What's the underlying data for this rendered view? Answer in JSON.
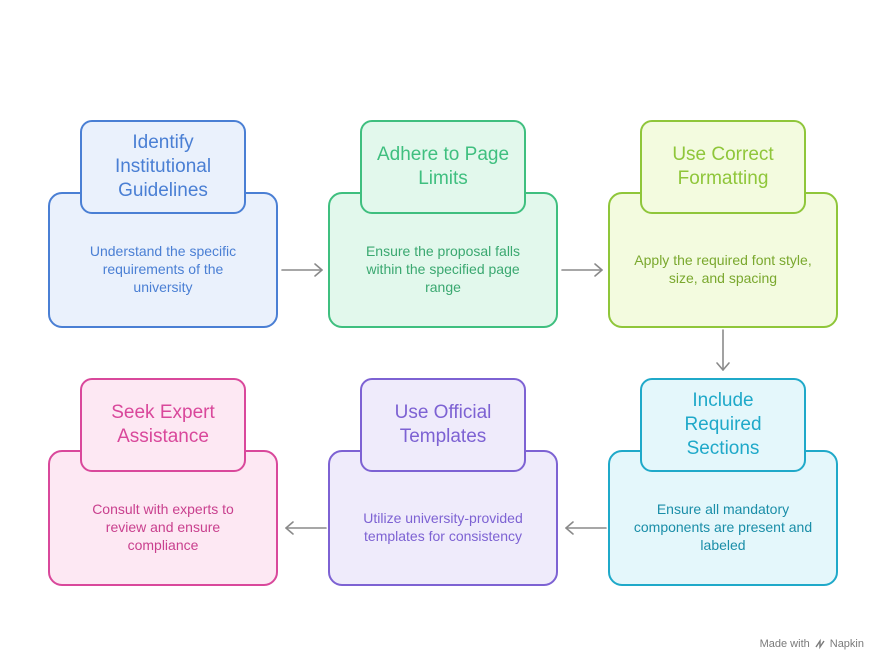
{
  "steps": [
    {
      "title": "Identify Institutional Guidelines",
      "desc": "Understand the specific requirements of the university",
      "color": "#4a7fd4",
      "fill": "#eaf1fc"
    },
    {
      "title": "Adhere to Page Limits",
      "desc": "Ensure the proposal falls within the specified page range",
      "color": "#3fbf7f",
      "fill": "#e2f8ec"
    },
    {
      "title": "Use Correct Formatting",
      "desc": "Apply the required font style, size, and spacing",
      "color": "#8fc63a",
      "fill": "#f3fbdf"
    },
    {
      "title": "Include Required Sections",
      "desc": "Ensure all mandatory components are present and labeled",
      "color": "#1fa9c9",
      "fill": "#e4f7fb"
    },
    {
      "title": "Use Official Templates",
      "desc": "Utilize university-provided templates for consistency",
      "color": "#7d62d3",
      "fill": "#efebfb"
    },
    {
      "title": "Seek Expert Assistance",
      "desc": "Consult with experts to review and ensure compliance",
      "color": "#d9489b",
      "fill": "#fde8f3"
    }
  ],
  "footer": {
    "prefix": "Made with",
    "brand": "Napkin"
  }
}
